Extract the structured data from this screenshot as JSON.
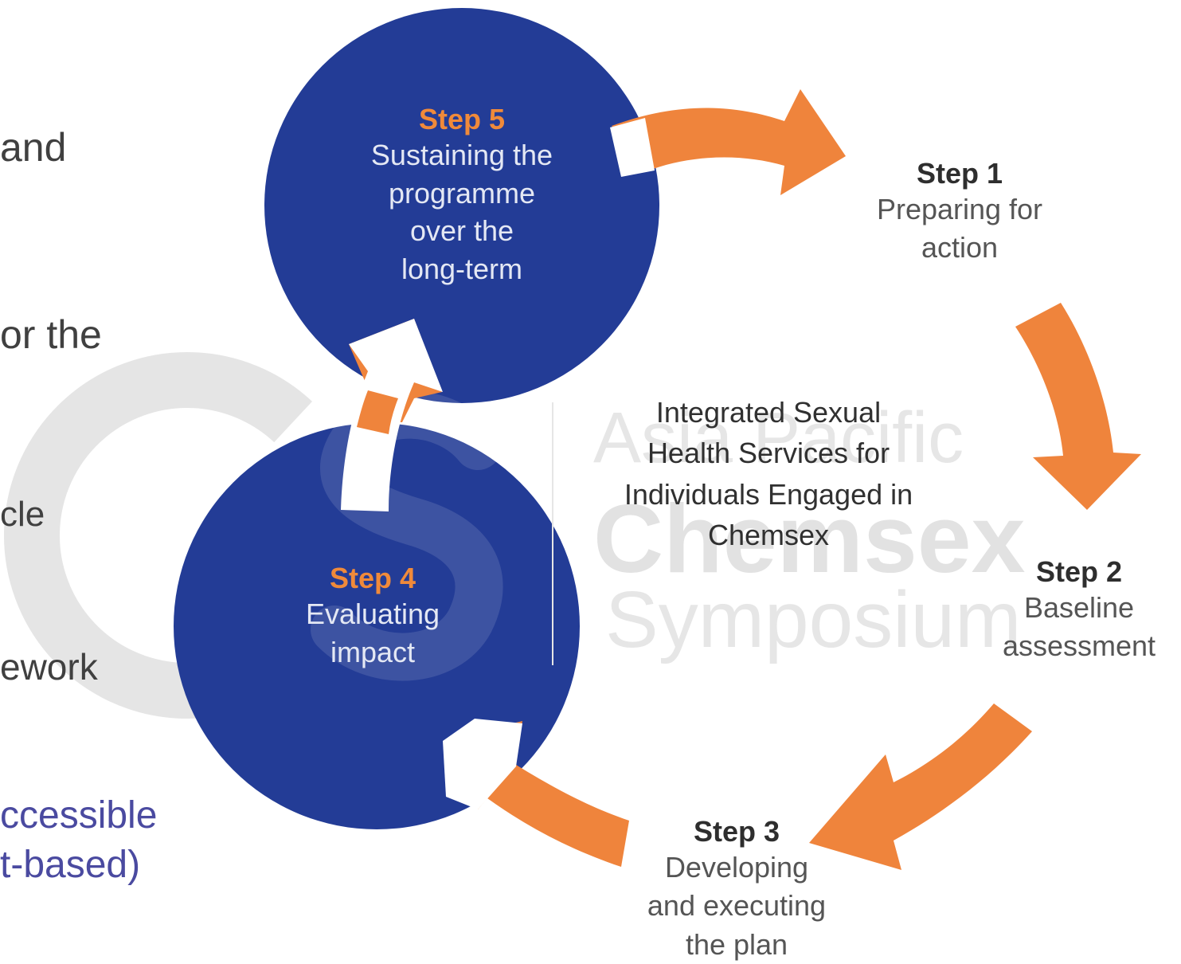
{
  "left_fragments": [
    {
      "text": "and",
      "style": "dark"
    },
    {
      "text": "or the",
      "style": "dark"
    },
    {
      "text": "cle",
      "style": "dark"
    },
    {
      "text": "ework",
      "style": "dark"
    },
    {
      "text": "ccessible",
      "style": "link"
    },
    {
      "text": "t-based)",
      "style": "link"
    }
  ],
  "steps": [
    {
      "id": "step5",
      "label": "Step 5",
      "desc": [
        "Sustaining the",
        "programme",
        "over the",
        "long-term"
      ]
    },
    {
      "id": "step1",
      "label": "Step 1",
      "desc": [
        "Preparing for",
        "action"
      ]
    },
    {
      "id": "step2",
      "label": "Step 2",
      "desc": [
        "Baseline",
        "assessment"
      ]
    },
    {
      "id": "step3",
      "label": "Step 3",
      "desc": [
        "Developing",
        "and executing",
        "the plan"
      ]
    },
    {
      "id": "step4",
      "label": "Step 4",
      "desc": [
        "Evaluating",
        "impact"
      ]
    }
  ],
  "center": {
    "lines": [
      "Integrated Sexual",
      "Health Services for",
      "Individuals Engaged in",
      "Chemsex"
    ]
  },
  "watermark": {
    "line1": "Asia Pacific",
    "line2": "Chemsex",
    "line3": "Symposium"
  },
  "colors": {
    "navy": "#233c96",
    "orange": "#ef843c",
    "step_num_on_navy": "#f08a3a"
  }
}
